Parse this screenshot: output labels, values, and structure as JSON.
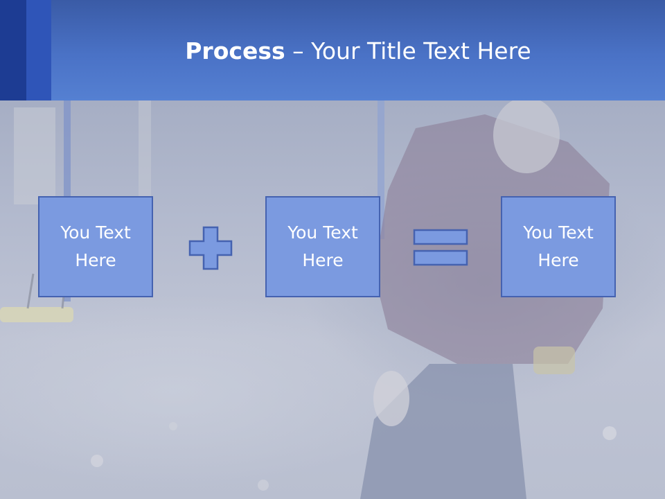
{
  "slide": {
    "title_bold": "Process",
    "title_rest": " – Your Title Text Here"
  },
  "steps": [
    {
      "text": "You Text Here"
    },
    {
      "text": "You Text Here"
    },
    {
      "text": "You Text Here"
    }
  ],
  "operators": [
    "plus-icon",
    "equals-icon"
  ],
  "colors": {
    "header": "#4a72c6",
    "box_fill": "#7b9ae0",
    "box_border": "#4562b0"
  }
}
